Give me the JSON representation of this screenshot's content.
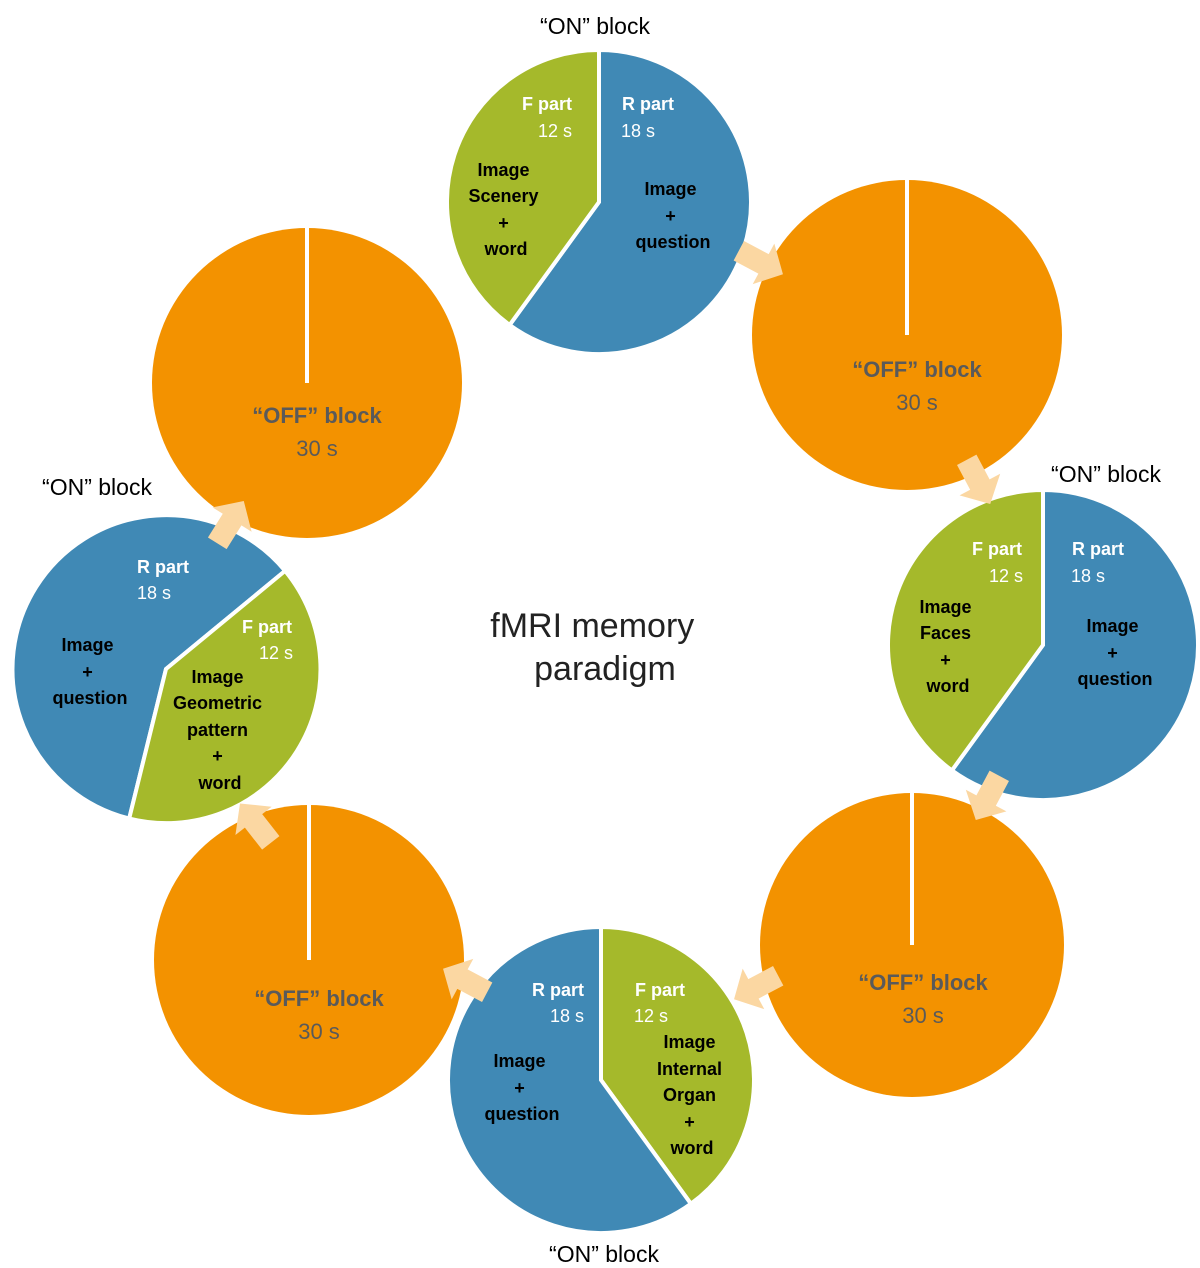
{
  "title": {
    "line1": "fMRI memory",
    "line2": "paradigm"
  },
  "on_blocks": [
    {
      "label": "“ON” block",
      "r_part": {
        "head": "R part",
        "time": "18 s",
        "content": [
          "Image",
          "+",
          "question"
        ]
      },
      "f_part": {
        "head": "F part",
        "time": "12 s",
        "content": [
          "Image",
          "Scenery",
          "+",
          "word"
        ]
      }
    },
    {
      "label": "“ON” block",
      "r_part": {
        "head": "R part",
        "time": "18 s",
        "content": [
          "Image",
          "+",
          "question"
        ]
      },
      "f_part": {
        "head": "F part",
        "time": "12 s",
        "content": [
          "Image",
          "Faces",
          "+",
          "word"
        ]
      }
    },
    {
      "label": "“ON” block",
      "r_part": {
        "head": "R part",
        "time": "18 s",
        "content": [
          "Image",
          "+",
          "question"
        ]
      },
      "f_part": {
        "head": "F part",
        "time": "12 s",
        "content": [
          "Image",
          "Internal",
          "Organ",
          "+",
          "word"
        ]
      }
    },
    {
      "label": "“ON” block",
      "r_part": {
        "head": "R part",
        "time": "18 s",
        "content": [
          "Image",
          "+",
          "question"
        ]
      },
      "f_part": {
        "head": "F part",
        "time": "12 s",
        "content": [
          "Image",
          "Geometric",
          "pattern",
          "+",
          "word"
        ]
      }
    }
  ],
  "off_blocks": [
    {
      "head": "“OFF” block",
      "time": "30 s"
    },
    {
      "head": "“OFF” block",
      "time": "30 s"
    },
    {
      "head": "“OFF” block",
      "time": "30 s"
    },
    {
      "head": "“OFF” block",
      "time": "30 s"
    }
  ],
  "colors": {
    "r_part": "#4089b5",
    "f_part": "#a5b92b",
    "off_block": "#f39200",
    "arrow": "#fbd7a2"
  }
}
